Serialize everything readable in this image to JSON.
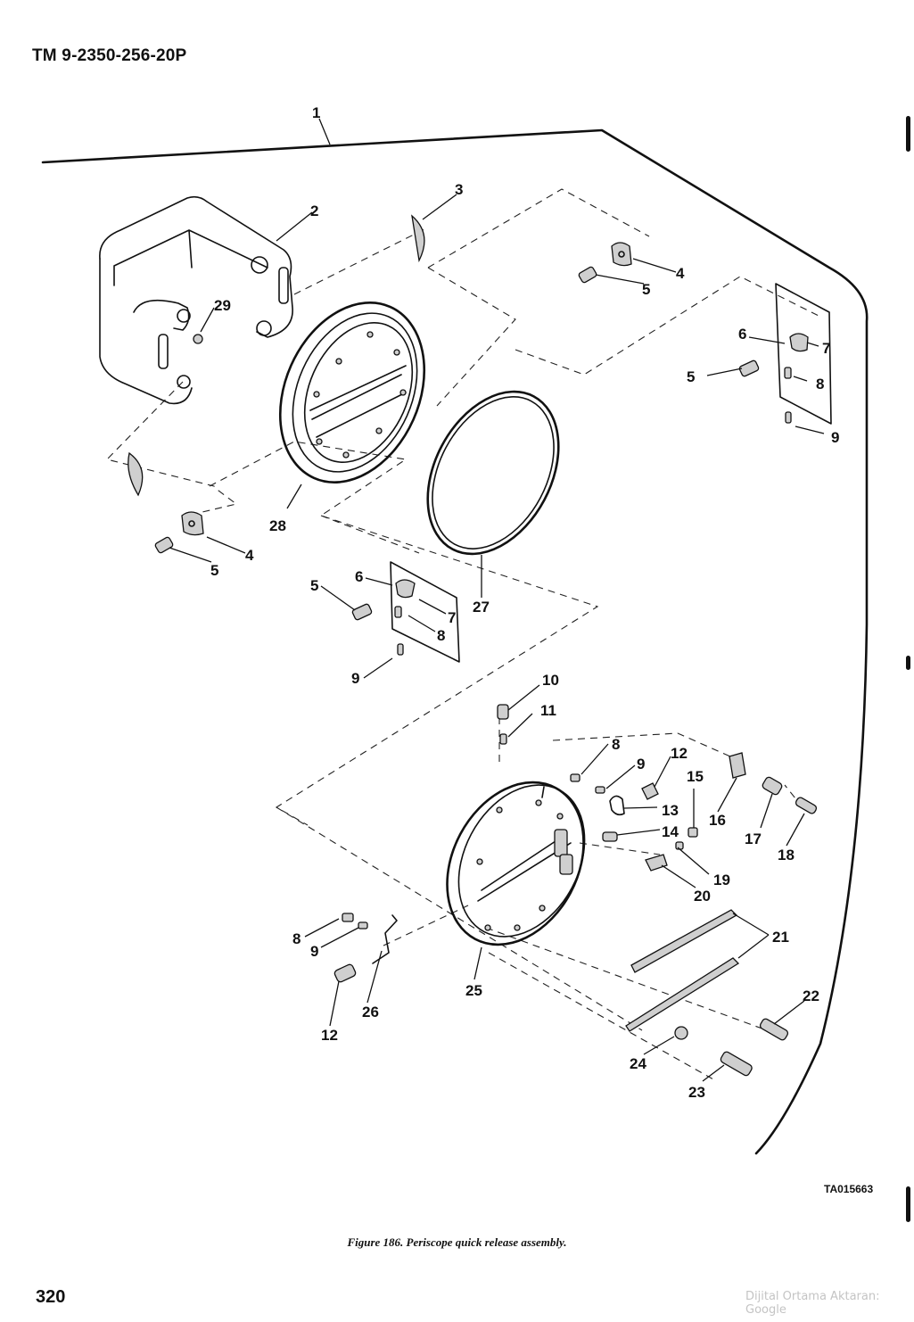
{
  "document": {
    "header": "TM 9-2350-256-20P",
    "drawing_id": "TA015663",
    "caption": "Figure 186. Periscope quick release assembly.",
    "page_number": "320",
    "watermark": "Dijital Ortama Aktaran: Google"
  },
  "callouts": [
    {
      "id": "c1",
      "label": "1"
    },
    {
      "id": "c2",
      "label": "2"
    },
    {
      "id": "c3",
      "label": "3"
    },
    {
      "id": "c4a",
      "label": "4"
    },
    {
      "id": "c5a",
      "label": "5"
    },
    {
      "id": "c6a",
      "label": "6"
    },
    {
      "id": "c7a",
      "label": "7"
    },
    {
      "id": "c5b",
      "label": "5"
    },
    {
      "id": "c8a",
      "label": "8"
    },
    {
      "id": "c9a",
      "label": "9"
    },
    {
      "id": "c29",
      "label": "29"
    },
    {
      "id": "c28",
      "label": "28"
    },
    {
      "id": "c4b",
      "label": "4"
    },
    {
      "id": "c5c",
      "label": "5"
    },
    {
      "id": "c27",
      "label": "27"
    },
    {
      "id": "c5d",
      "label": "5"
    },
    {
      "id": "c6b",
      "label": "6"
    },
    {
      "id": "c7b",
      "label": "7"
    },
    {
      "id": "c8b",
      "label": "8"
    },
    {
      "id": "c9b",
      "label": "9"
    },
    {
      "id": "c10",
      "label": "10"
    },
    {
      "id": "c11",
      "label": "11"
    },
    {
      "id": "c8c",
      "label": "8"
    },
    {
      "id": "c9c",
      "label": "9"
    },
    {
      "id": "c12a",
      "label": "12"
    },
    {
      "id": "c15",
      "label": "15"
    },
    {
      "id": "c13",
      "label": "13"
    },
    {
      "id": "c16",
      "label": "16"
    },
    {
      "id": "c17",
      "label": "17"
    },
    {
      "id": "c18",
      "label": "18"
    },
    {
      "id": "c14",
      "label": "14"
    },
    {
      "id": "c19",
      "label": "19"
    },
    {
      "id": "c20",
      "label": "20"
    },
    {
      "id": "c21",
      "label": "21"
    },
    {
      "id": "c8d",
      "label": "8"
    },
    {
      "id": "c9d",
      "label": "9"
    },
    {
      "id": "c25",
      "label": "25"
    },
    {
      "id": "c26",
      "label": "26"
    },
    {
      "id": "c12b",
      "label": "12"
    },
    {
      "id": "c22",
      "label": "22"
    },
    {
      "id": "c24",
      "label": "24"
    },
    {
      "id": "c23",
      "label": "23"
    }
  ]
}
